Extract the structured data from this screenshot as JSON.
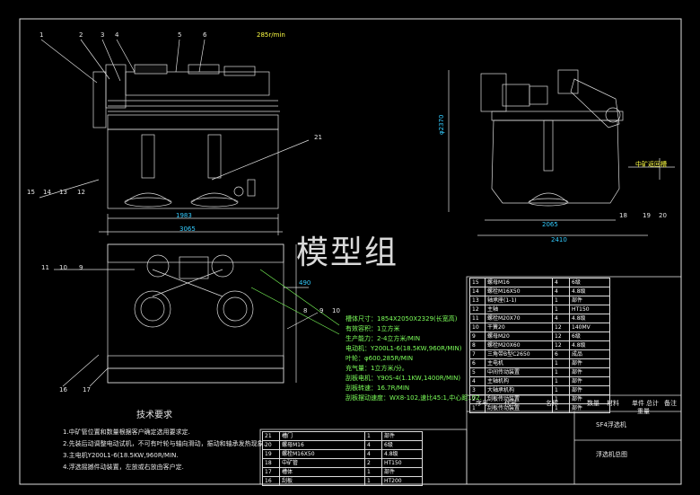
{
  "watermark": "模型组",
  "top_speed_label": "285r/min",
  "part_numbers_top": [
    "1",
    "2",
    "3",
    "4",
    "5",
    "6"
  ],
  "part_numbers_left": [
    "15",
    "14",
    "13",
    "12"
  ],
  "part_numbers_plan_left": [
    "11",
    "10",
    "9"
  ],
  "part_numbers_plan_bottom": [
    "16",
    "17"
  ],
  "part_numbers_plan_right": [
    "8",
    "9",
    "10"
  ],
  "part_number_21": "21",
  "side_view_numbers": [
    "18",
    "19",
    "20"
  ],
  "dims": {
    "front_inner": "1983",
    "front_outer": "3065",
    "side_inner": "2065",
    "side_outer": "2410",
    "height": "φ2370",
    "plan_side": "490",
    "overflow": "中矿返回槽"
  },
  "specs": [
    "槽体尺寸：1854X2050X2329(长宽高)",
    "有效容积：1立方米",
    "生产能力：2-4立方米/MIN",
    "电动机：Y200L1-6(18.5KW,960R/MIN)",
    "叶轮：φ600,285R/MIN",
    "充气量：1立方米/分。",
    "刮板电机：Y90S-4(1.1KW,1400R/MIN)",
    "刮板转速：16.7R/MIN",
    "刮板摆动速度：WX8-102,速比45:1,中心距102."
  ],
  "tech_title": "技术要求",
  "tech_reqs": [
    "1.中矿管位置和数量根据客户确定选用要求定.",
    "2.先装后动调整电动试机，不可有叶轮与轴向滑动，振动和轴承发热现象.",
    "3.主电机Y200L1-6(18.5KW,960R/MIN.",
    "4.浮选摇撼件动装置，左放或右放由客户定."
  ],
  "bom_rows": [
    [
      "15",
      "螺母M16",
      "4",
      "6级"
    ],
    [
      "14",
      "螺栓M16X50",
      "4",
      "4.8级"
    ],
    [
      "13",
      "轴承座(1-1)",
      "1",
      "部件"
    ],
    [
      "12",
      "主轴",
      "1",
      "HT150"
    ],
    [
      "11",
      "螺栓M20X70",
      "4",
      "4.8级"
    ],
    [
      "10",
      "干簧20",
      "12",
      "140MV"
    ],
    [
      "9",
      "螺母M20",
      "12",
      "6级"
    ],
    [
      "8",
      "螺栓M20X60",
      "12",
      "4.8级"
    ],
    [
      "7",
      "三角带B型C2650",
      "6",
      "成品"
    ],
    [
      "6",
      "主电机",
      "1",
      "部件"
    ],
    [
      "5",
      "中间传动装置",
      "1",
      "部件"
    ],
    [
      "4",
      "主轴机构",
      "1",
      "部件"
    ],
    [
      "3",
      "大轴承机构",
      "1",
      "部件"
    ],
    [
      "2",
      "刮板传动装置",
      "1",
      "部件"
    ],
    [
      "1",
      "刮板传动装置",
      "1",
      "部件"
    ]
  ],
  "bom_header": [
    "序号",
    "代号",
    "名称",
    "数量",
    "材料",
    "单件",
    "总计",
    "备注"
  ],
  "bom_header_weight": "重量",
  "drawing_name": "SF4浮选机",
  "drawing_subtitle": "浮选机总图",
  "lower_bom_rows": [
    [
      "21",
      "槽门",
      "1",
      "部件"
    ],
    [
      "20",
      "螺母M16",
      "4",
      "6级"
    ],
    [
      "19",
      "螺栓M16X50",
      "4",
      "4.8级"
    ],
    [
      "18",
      "中矿管",
      "2",
      "HT150"
    ],
    [
      "17",
      "槽体",
      "1",
      "部件"
    ],
    [
      "16",
      "刮板",
      "1",
      "HT200"
    ]
  ]
}
